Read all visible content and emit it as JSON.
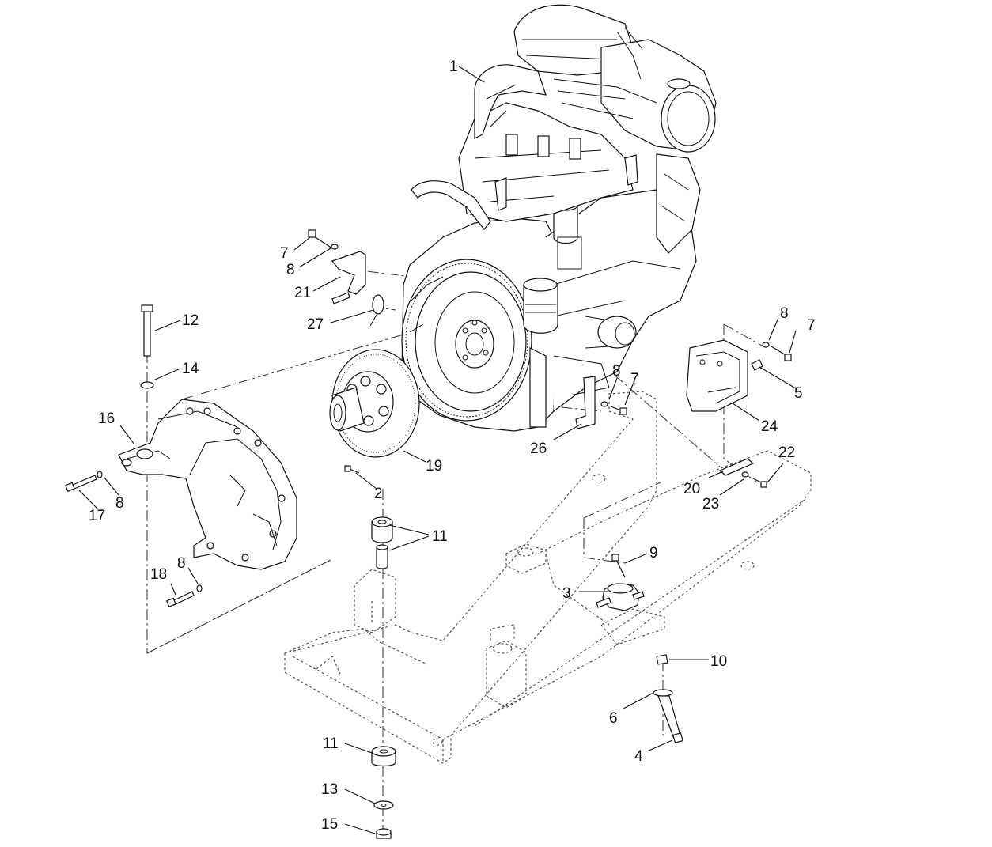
{
  "colors": {
    "line": "#111111",
    "frame": "#444444",
    "background": "#ffffff"
  },
  "callouts": [
    {
      "id": "c1",
      "label": "1"
    },
    {
      "id": "c2",
      "label": "2"
    },
    {
      "id": "c3",
      "label": "3"
    },
    {
      "id": "c4",
      "label": "4"
    },
    {
      "id": "c5",
      "label": "5"
    },
    {
      "id": "c6",
      "label": "6"
    },
    {
      "id": "c7a",
      "label": "7"
    },
    {
      "id": "c7b",
      "label": "7"
    },
    {
      "id": "c7c",
      "label": "7"
    },
    {
      "id": "c8a",
      "label": "8"
    },
    {
      "id": "c8b",
      "label": "8"
    },
    {
      "id": "c8c",
      "label": "8"
    },
    {
      "id": "c8d",
      "label": "8"
    },
    {
      "id": "c8e",
      "label": "8"
    },
    {
      "id": "c9",
      "label": "9"
    },
    {
      "id": "c10",
      "label": "10"
    },
    {
      "id": "c11a",
      "label": "11"
    },
    {
      "id": "c11b",
      "label": "11"
    },
    {
      "id": "c12",
      "label": "12"
    },
    {
      "id": "c13",
      "label": "13"
    },
    {
      "id": "c14",
      "label": "14"
    },
    {
      "id": "c15",
      "label": "15"
    },
    {
      "id": "c16",
      "label": "16"
    },
    {
      "id": "c17",
      "label": "17"
    },
    {
      "id": "c18",
      "label": "18"
    },
    {
      "id": "c19",
      "label": "19"
    },
    {
      "id": "c20",
      "label": "20"
    },
    {
      "id": "c21",
      "label": "21"
    },
    {
      "id": "c22",
      "label": "22"
    },
    {
      "id": "c23",
      "label": "23"
    },
    {
      "id": "c24",
      "label": "24"
    },
    {
      "id": "c26",
      "label": "26"
    },
    {
      "id": "c27",
      "label": "27"
    }
  ]
}
